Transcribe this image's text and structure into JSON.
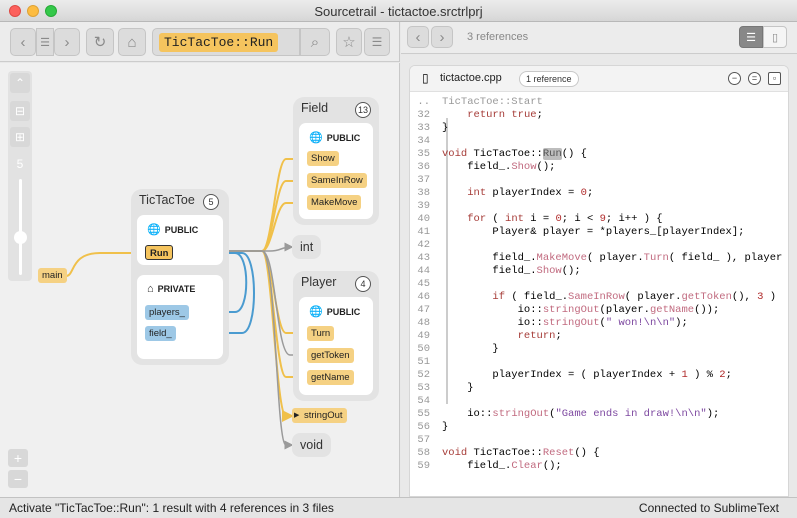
{
  "window": {
    "title": "Sourcetrail - tictactoe.srctrlprj"
  },
  "search": {
    "query": "TicTacToe::Run"
  },
  "graph": {
    "zoom_level": "5",
    "nodes": {
      "field": {
        "title": "Field",
        "count": "13",
        "section": "PUBLIC",
        "members": [
          "Show",
          "SameInRow",
          "MakeMove"
        ]
      },
      "tictactoe": {
        "title": "TicTacToe",
        "count": "5",
        "public": "PUBLIC",
        "private": "PRIVATE",
        "run": "Run",
        "private_members": [
          "players_",
          "field_"
        ]
      },
      "player": {
        "title": "Player",
        "count": "4",
        "section": "PUBLIC",
        "members": [
          "Turn",
          "getToken",
          "getName"
        ]
      },
      "main": "main",
      "int": "int",
      "void": "void",
      "stringout": "stringOut"
    }
  },
  "code_panel": {
    "references": "3 references",
    "file": {
      "name": "tictactoe.cpp",
      "refs": "1 reference"
    },
    "lines": [
      {
        "n": "..",
        "html": "<span class=\"gray\">TicTacToe::Start</span>"
      },
      {
        "n": "32",
        "html": "    <span class=\"kw\">return</span> <span class=\"kw\">true</span>;"
      },
      {
        "n": "33",
        "html": "}"
      },
      {
        "n": "34",
        "html": ""
      },
      {
        "n": "35",
        "html": "<span class=\"kw\">void</span> TicTacToe::<span class=\"hlrun\">Run</span>() {"
      },
      {
        "n": "36",
        "html": "    field_.<span class=\"fn\">Show</span>();"
      },
      {
        "n": "37",
        "html": ""
      },
      {
        "n": "38",
        "html": "    <span class=\"kw\">int</span> playerIndex = <span class=\"nm\">0</span>;"
      },
      {
        "n": "39",
        "html": ""
      },
      {
        "n": "40",
        "html": "    <span class=\"kw\">for</span> ( <span class=\"kw\">int</span> i = <span class=\"nm\">0</span>; i &lt; <span class=\"nm\">9</span>; i++ ) {"
      },
      {
        "n": "41",
        "html": "        Player&amp; player = *players_[playerIndex];"
      },
      {
        "n": "42",
        "html": ""
      },
      {
        "n": "43",
        "html": "        field_.<span class=\"fn\">MakeMove</span>( player.<span class=\"fn\">Turn</span>( field_ ), player"
      },
      {
        "n": "44",
        "html": "        field_.<span class=\"fn\">Show</span>();"
      },
      {
        "n": "45",
        "html": ""
      },
      {
        "n": "46",
        "html": "        <span class=\"kw\">if</span> ( field_.<span class=\"fn\">SameInRow</span>( player.<span class=\"fn\">getToken</span>(), <span class=\"nm\">3</span> )"
      },
      {
        "n": "47",
        "html": "            io::<span class=\"fn\">stringOut</span>(player.<span class=\"fn\">getName</span>());"
      },
      {
        "n": "48",
        "html": "            io::<span class=\"fn\">stringOut</span>(<span class=\"str\">\" won!\\n\\n\"</span>);"
      },
      {
        "n": "49",
        "html": "            <span class=\"kw\">return</span>;"
      },
      {
        "n": "50",
        "html": "        }"
      },
      {
        "n": "51",
        "html": ""
      },
      {
        "n": "52",
        "html": "        playerIndex = ( playerIndex + <span class=\"nm\">1</span> ) % <span class=\"nm\">2</span>;"
      },
      {
        "n": "53",
        "html": "    }"
      },
      {
        "n": "54",
        "html": ""
      },
      {
        "n": "55",
        "html": "    io::<span class=\"fn\">stringOut</span>(<span class=\"str\">\"Game ends in draw!\\n\\n\"</span>);"
      },
      {
        "n": "56",
        "html": "}"
      },
      {
        "n": "57",
        "html": ""
      },
      {
        "n": "58",
        "html": "<span class=\"kw\">void</span> TicTacToe::<span class=\"fn\">Reset</span>() {"
      },
      {
        "n": "59",
        "html": "    field_.<span class=\"fn\">Clear</span>();"
      }
    ]
  },
  "status": {
    "left": "Activate \"TicTacToe::Run\": 1 result with 4 references in 3 files",
    "right": "Connected to SublimeText"
  },
  "colors": {
    "accent": "#f5c45e",
    "edge_yellow": "#f0c04a",
    "edge_blue": "#4a9bd0",
    "edge_gray": "#9a9a9a"
  }
}
